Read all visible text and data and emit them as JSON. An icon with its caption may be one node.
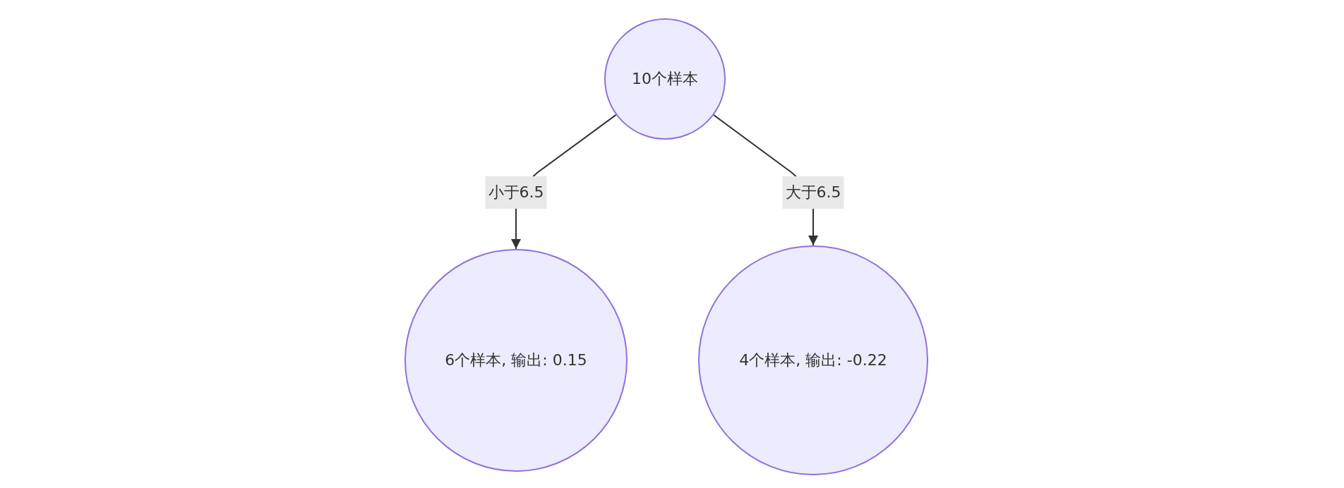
{
  "diagram": {
    "nodes": [
      {
        "text": [
          "10个样本"
        ]
      },
      {
        "text": [
          "6个样本, 输出: 0.15"
        ]
      },
      {
        "text": [
          "4个样本, 输出: -0.22"
        ]
      }
    ],
    "edges": [
      {
        "from": 0,
        "to": 1,
        "arrow": "to",
        "label": "小于6.5"
      },
      {
        "from": 0,
        "to": 2,
        "arrow": "to",
        "label": "大于6.5"
      }
    ]
  }
}
